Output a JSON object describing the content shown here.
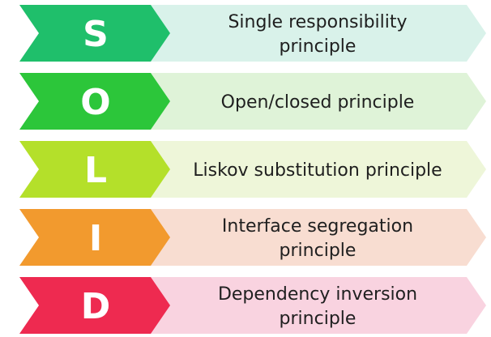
{
  "rows": [
    {
      "letter": "S",
      "label_lines": [
        "Single responsibility",
        "principle"
      ],
      "arrow_color": "#1fbf6b",
      "banner_color": "#d9f2ea"
    },
    {
      "letter": "O",
      "label_lines": [
        "Open/closed principle"
      ],
      "arrow_color": "#2cc63a",
      "banner_color": "#dff3d8"
    },
    {
      "letter": "L",
      "label_lines": [
        "Liskov substitution principle"
      ],
      "arrow_color": "#b4e02a",
      "banner_color": "#eef6d9"
    },
    {
      "letter": "I",
      "label_lines": [
        "Interface segregation",
        "principle"
      ],
      "arrow_color": "#f29a2e",
      "banner_color": "#f8ddd1"
    },
    {
      "letter": "D",
      "label_lines": [
        "Dependency inversion",
        "principle"
      ],
      "arrow_color": "#ee2a50",
      "banner_color": "#f9d3e0"
    }
  ]
}
